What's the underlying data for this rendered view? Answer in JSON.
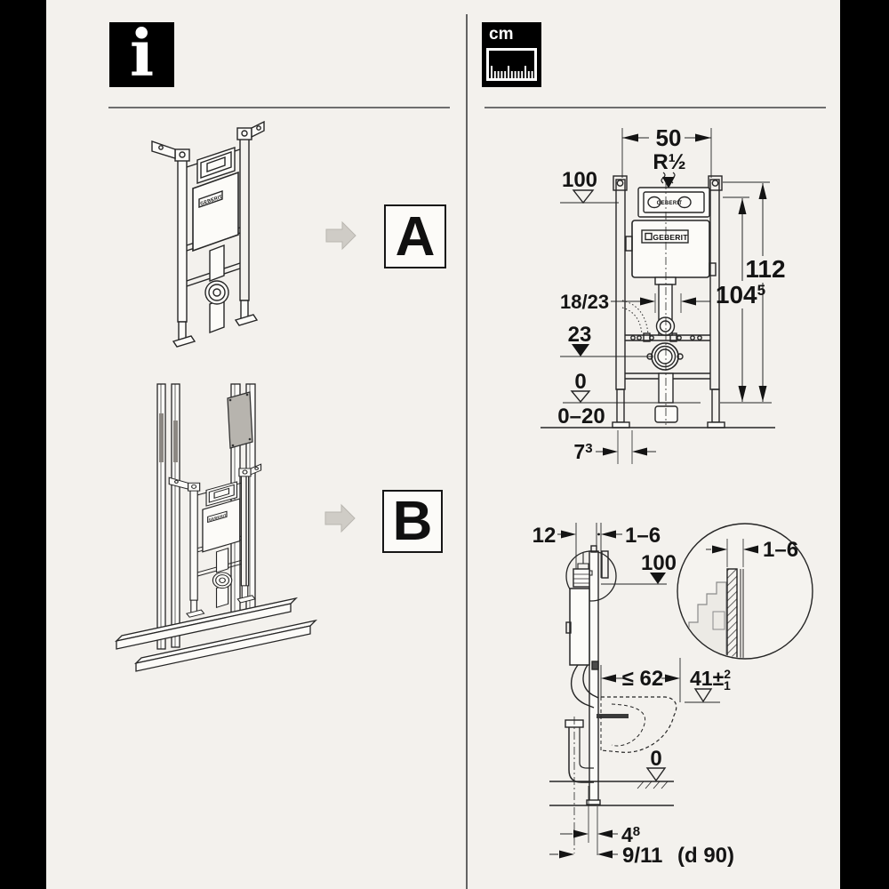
{
  "page": {
    "paper_color": "#f3f1ed"
  },
  "icons": {
    "info_glyph": "i",
    "ruler_unit": "cm"
  },
  "brand": "GEBERIT",
  "figures": {
    "a": "A",
    "b": "B"
  },
  "front_view": {
    "dim_width": "50",
    "water_connection": "R½",
    "level_actuator": "100",
    "dim_height_total": "112",
    "dim_height_rail": {
      "base": "104",
      "sup": "5"
    },
    "dim_pipe_offset": "18/23",
    "level_outlet": "23",
    "level_zero": "0",
    "floor_range": "0–20",
    "dim_foot": {
      "base": "7",
      "sup": "3"
    }
  },
  "side_view": {
    "dim_frame_depth": "12",
    "dim_wall_thickness": "1–6",
    "level_actuator": "100",
    "detail_wall_thickness": "1–6",
    "dim_pan_depth": "≤ 62",
    "dim_pan_height": {
      "base": "41±",
      "sup": "2",
      "sub": "1"
    },
    "level_zero": "0",
    "dim_outlet_offset": {
      "base": "4",
      "sup": "8"
    },
    "dim_outlet_center": "9/11",
    "dim_outlet_note": "(d 90)"
  }
}
